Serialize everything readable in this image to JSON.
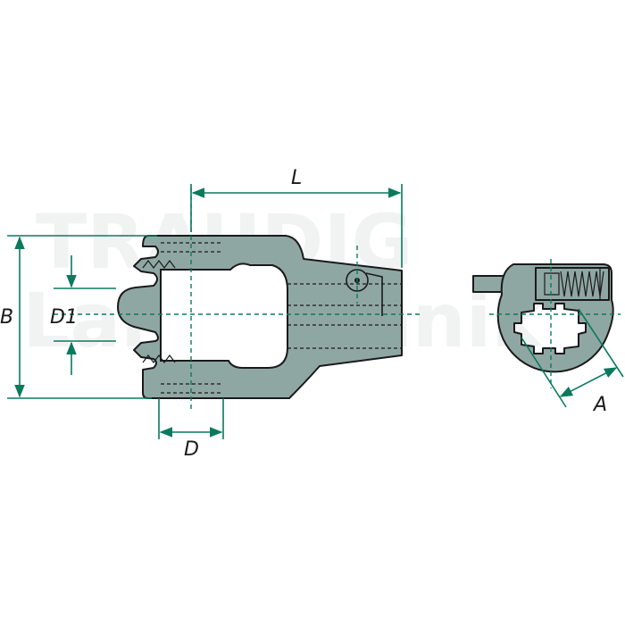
{
  "watermark": {
    "line1": "TRAUDIG",
    "line2": "Landtechnik"
  },
  "labels": {
    "L": "L",
    "B": "B",
    "D1": "D1",
    "D": "D",
    "A": "A"
  },
  "colors": {
    "part_fill": "#8fa7a2",
    "dimension": "#0a7a5e",
    "outline": "#1a1a1a"
  }
}
